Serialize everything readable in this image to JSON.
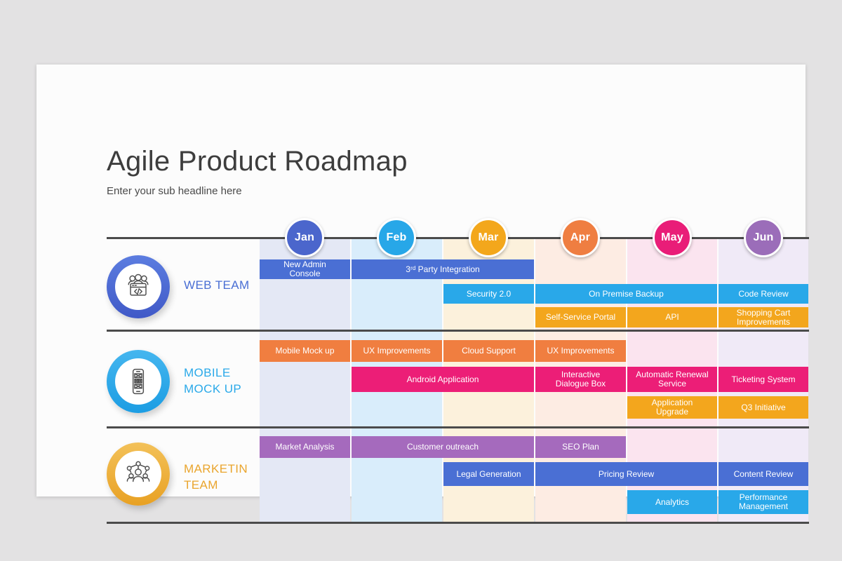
{
  "slide": {
    "title": "Agile Product Roadmap",
    "subtitle": "Enter your sub headline here"
  },
  "palette": {
    "blue": "#4a6fd4",
    "cyan": "#29a8e9",
    "amber": "#f3a61d",
    "orange": "#f07e40",
    "pink": "#ec1e77",
    "purple": "#a56abd"
  },
  "months": [
    {
      "label": "Jan",
      "circle_color": "#4b66cc",
      "column_bg": "#e4e8f5"
    },
    {
      "label": "Feb",
      "circle_color": "#27a7e8",
      "column_bg": "#d9edfb"
    },
    {
      "label": "Mar",
      "circle_color": "#f3a71c",
      "column_bg": "#fcf1dc"
    },
    {
      "label": "Apr",
      "circle_color": "#ef7e41",
      "column_bg": "#fdece3"
    },
    {
      "label": "May",
      "circle_color": "#e91d78",
      "column_bg": "#fbe4ef"
    },
    {
      "label": "Jun",
      "circle_color": "#9b6db9",
      "column_bg": "#f0eaf7"
    }
  ],
  "teams": [
    {
      "lines": [
        "WEB TEAM"
      ],
      "color": "#4a6fd4",
      "icon": "web-team-icon",
      "bars": [
        {
          "label": "New Admin\nConsole",
          "start": "Jan",
          "end": "Jan",
          "color": "blue"
        },
        {
          "label": "3ʳᵈ Party Integration",
          "start": "Feb",
          "end": "Mar",
          "color": "blue"
        },
        {
          "label": "Security 2.0",
          "start": "Mar",
          "end": "Mar",
          "color": "cyan"
        },
        {
          "label": "On Premise Backup",
          "start": "Apr",
          "end": "May",
          "color": "cyan"
        },
        {
          "label": "Code Review",
          "start": "Jun",
          "end": "Jun",
          "color": "cyan"
        },
        {
          "label": "Self-Service Portal",
          "start": "Apr",
          "end": "Apr",
          "color": "amber"
        },
        {
          "label": "API",
          "start": "May",
          "end": "May",
          "color": "amber"
        },
        {
          "label": "Shopping Cart\nImprovements",
          "start": "Jun",
          "end": "Jun",
          "color": "amber"
        }
      ]
    },
    {
      "lines": [
        "MOBILE",
        "MOCK UP"
      ],
      "color": "#2aa9e9",
      "icon": "mobile-mockup-icon",
      "bars": [
        {
          "label": "Mobile Mock up",
          "start": "Jan",
          "end": "Jan",
          "color": "orange"
        },
        {
          "label": "UX Improvements",
          "start": "Feb",
          "end": "Feb",
          "color": "orange"
        },
        {
          "label": "Cloud Support",
          "start": "Mar",
          "end": "Mar",
          "color": "orange"
        },
        {
          "label": "UX Improvements",
          "start": "Apr",
          "end": "Apr",
          "color": "orange"
        },
        {
          "label": "Android Application",
          "start": "Feb",
          "end": "Mar",
          "color": "pink"
        },
        {
          "label": "Interactive\nDialogue Box",
          "start": "Apr",
          "end": "Apr",
          "color": "pink"
        },
        {
          "label": "Automatic Renewal\nService",
          "start": "May",
          "end": "May",
          "color": "pink"
        },
        {
          "label": "Ticketing System",
          "start": "Jun",
          "end": "Jun",
          "color": "pink"
        },
        {
          "label": "Application\nUpgrade",
          "start": "May",
          "end": "May",
          "color": "amber"
        },
        {
          "label": "Q3 Initiative",
          "start": "Jun",
          "end": "Jun",
          "color": "amber"
        }
      ]
    },
    {
      "lines": [
        "MARKETIN",
        "TEAM"
      ],
      "color": "#eaa52d",
      "icon": "marketing-team-icon",
      "bars": [
        {
          "label": "Market Analysis",
          "start": "Jan",
          "end": "Jan",
          "color": "purple"
        },
        {
          "label": "Customer outreach",
          "start": "Feb",
          "end": "Mar",
          "color": "purple"
        },
        {
          "label": "SEO Plan",
          "start": "Apr",
          "end": "Apr",
          "color": "purple"
        },
        {
          "label": "Legal Generation",
          "start": "Mar",
          "end": "Mar",
          "color": "blue"
        },
        {
          "label": "Pricing Review",
          "start": "Apr",
          "end": "May",
          "color": "blue"
        },
        {
          "label": "Content Review",
          "start": "Jun",
          "end": "Jun",
          "color": "blue"
        },
        {
          "label": "Analytics",
          "start": "May",
          "end": "May",
          "color": "cyan"
        },
        {
          "label": "Performance\nManagement",
          "start": "Jun",
          "end": "Jun",
          "color": "cyan"
        }
      ]
    }
  ]
}
